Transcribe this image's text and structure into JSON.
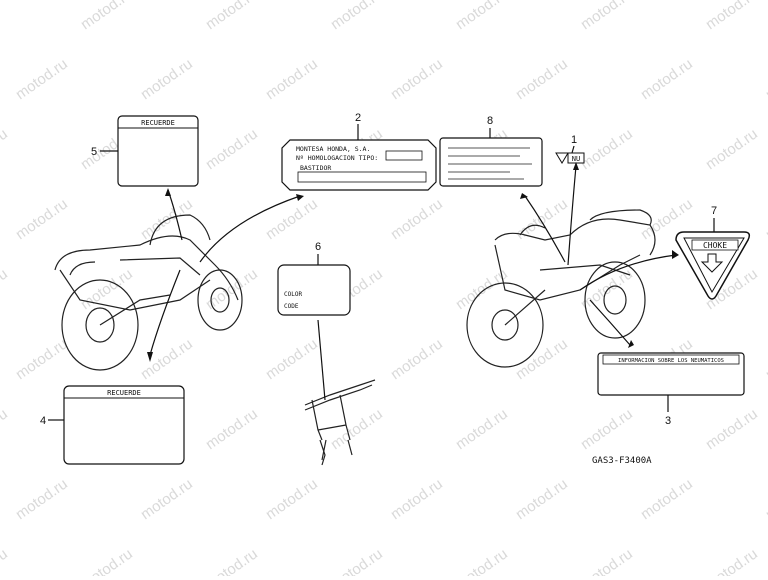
{
  "watermark": "motod.ru",
  "callouts": [
    "1",
    "2",
    "3",
    "4",
    "5",
    "6",
    "7",
    "8"
  ],
  "labels": {
    "recuerde_small": "RECUERDE",
    "recuerde_large": "RECUERDE",
    "plate_line1": "MONTESA HONDA, S.A.",
    "plate_line2": "Nº HOMOLOGACION TIPO:",
    "plate_line3": "BASTIDOR",
    "color_label": "COLOR",
    "code_label": "CODE",
    "choke_label": "CHOKE",
    "badge_label": "NU",
    "tire_info": "INFORMACION SOBRE LOS NEUMATICOS"
  },
  "drawing_code": "GAS3-F3400A"
}
